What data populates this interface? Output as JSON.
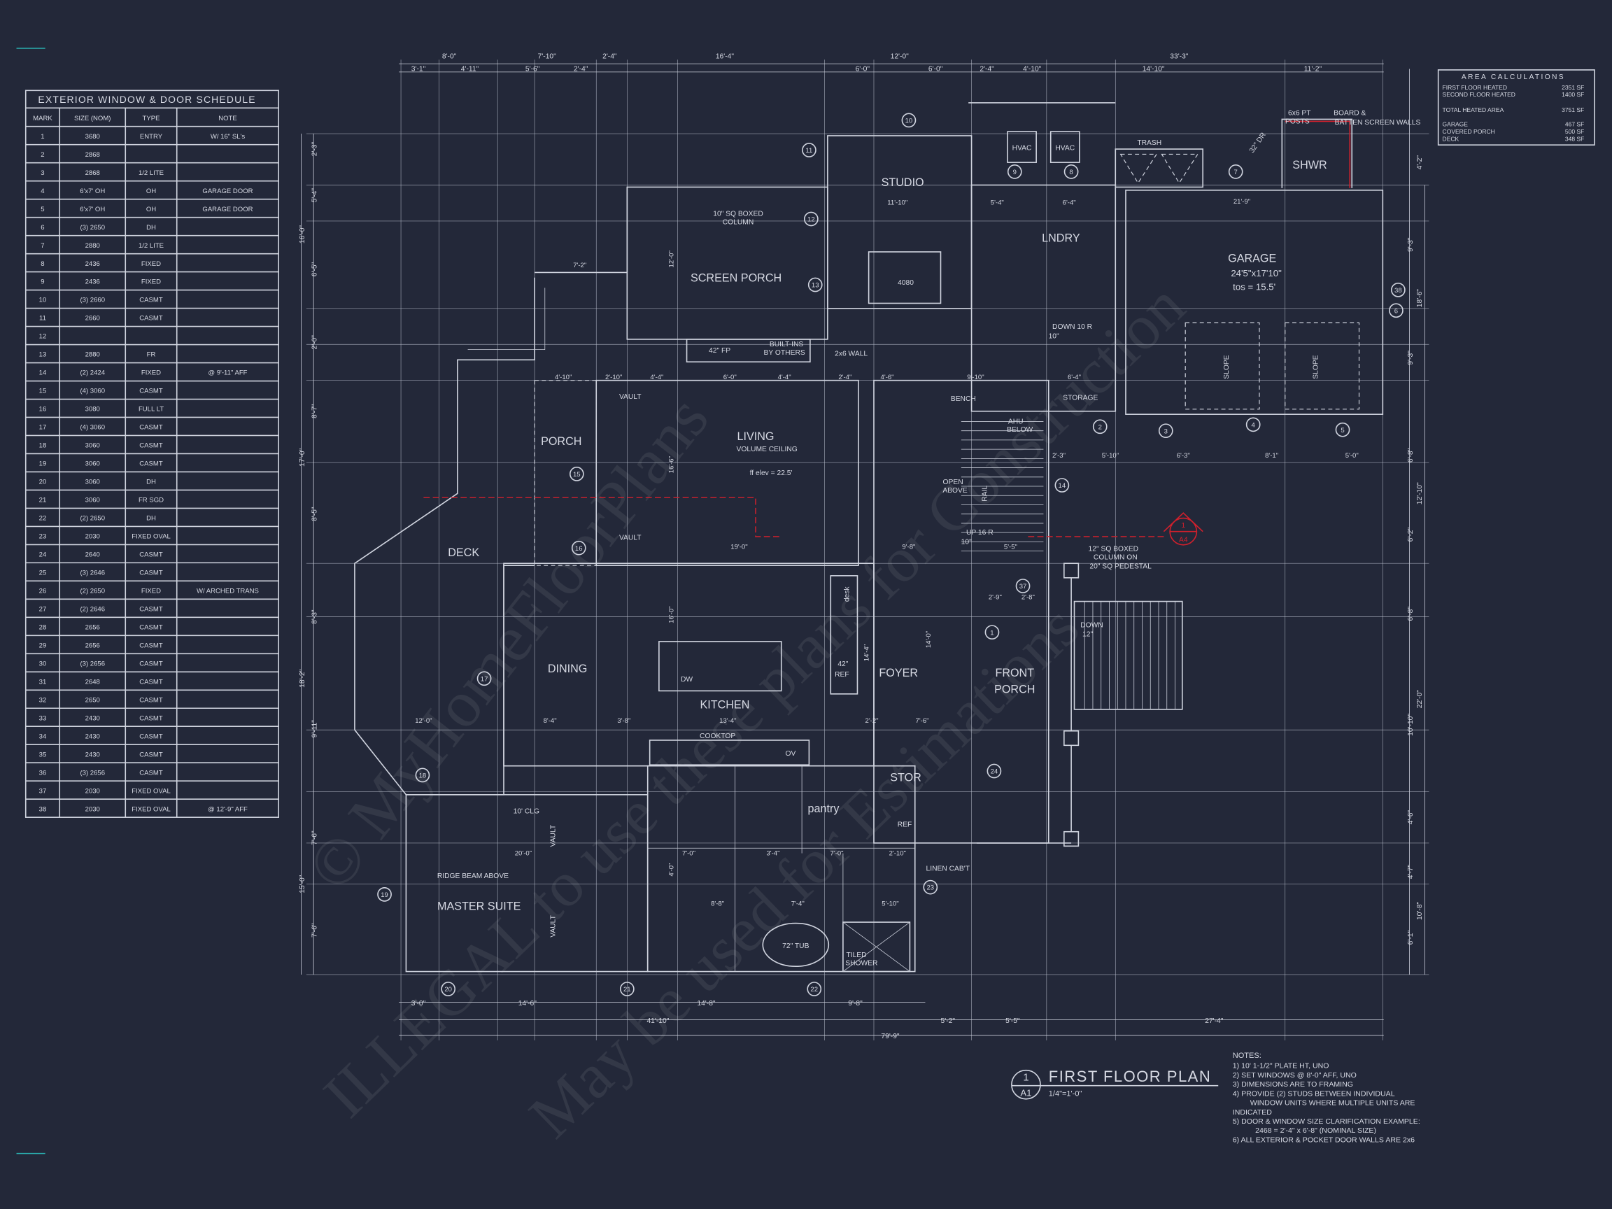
{
  "colors": {
    "background": "#232839",
    "linework": "#d0d4df",
    "section_line": "#d2202c",
    "accent_mark": "#2bb3b3"
  },
  "schedule": {
    "title": "EXTERIOR WINDOW & DOOR SCHEDULE",
    "headers": [
      "MARK",
      "SIZE (NOM)",
      "TYPE",
      "NOTE"
    ],
    "rows": [
      [
        "1",
        "3680",
        "ENTRY",
        "W/ 16\" SL's"
      ],
      [
        "2",
        "2868",
        "",
        ""
      ],
      [
        "3",
        "2868",
        "1/2 LITE",
        ""
      ],
      [
        "4",
        "6'x7' OH",
        "OH",
        "GARAGE DOOR"
      ],
      [
        "5",
        "6'x7' OH",
        "OH",
        "GARAGE DOOR"
      ],
      [
        "6",
        "(3) 2650",
        "DH",
        ""
      ],
      [
        "7",
        "2880",
        "1/2 LITE",
        ""
      ],
      [
        "8",
        "2436",
        "FIXED",
        ""
      ],
      [
        "9",
        "2436",
        "FIXED",
        ""
      ],
      [
        "10",
        "(3) 2660",
        "CASMT",
        ""
      ],
      [
        "11",
        "2660",
        "CASMT",
        ""
      ],
      [
        "12",
        "",
        "",
        ""
      ],
      [
        "13",
        "2880",
        "FR",
        ""
      ],
      [
        "14",
        "(2) 2424",
        "FIXED",
        "@ 9'-11\" AFF"
      ],
      [
        "15",
        "(4) 3060",
        "CASMT",
        ""
      ],
      [
        "16",
        "3080",
        "FULL LT",
        ""
      ],
      [
        "17",
        "(4) 3060",
        "CASMT",
        ""
      ],
      [
        "18",
        "3060",
        "CASMT",
        ""
      ],
      [
        "19",
        "3060",
        "CASMT",
        ""
      ],
      [
        "20",
        "3060",
        "DH",
        ""
      ],
      [
        "21",
        "3060",
        "FR SGD",
        ""
      ],
      [
        "22",
        "(2) 2650",
        "DH",
        ""
      ],
      [
        "23",
        "2030",
        "FIXED OVAL",
        ""
      ],
      [
        "24",
        "2640",
        "CASMT",
        ""
      ],
      [
        "25",
        "(3) 2646",
        "CASMT",
        ""
      ],
      [
        "26",
        "(2) 2650",
        "FIXED",
        "W/ ARCHED TRANS"
      ],
      [
        "27",
        "(2) 2646",
        "CASMT",
        ""
      ],
      [
        "28",
        "2656",
        "CASMT",
        ""
      ],
      [
        "29",
        "2656",
        "CASMT",
        ""
      ],
      [
        "30",
        "(3) 2656",
        "CASMT",
        ""
      ],
      [
        "31",
        "2648",
        "CASMT",
        ""
      ],
      [
        "32",
        "2650",
        "CASMT",
        ""
      ],
      [
        "33",
        "2430",
        "CASMT",
        ""
      ],
      [
        "34",
        "2430",
        "CASMT",
        ""
      ],
      [
        "35",
        "2430",
        "CASMT",
        ""
      ],
      [
        "36",
        "(3) 2656",
        "CASMT",
        ""
      ],
      [
        "37",
        "2030",
        "FIXED OVAL",
        ""
      ],
      [
        "38",
        "2030",
        "FIXED OVAL",
        "@ 12'-9\" AFF"
      ]
    ]
  },
  "area": {
    "title": "AREA CALCULATIONS",
    "items": [
      {
        "label": "FIRST FLOOR HEATED",
        "value": "2351 SF"
      },
      {
        "label": "SECOND FLOOR HEATED",
        "value": "1400 SF"
      },
      {
        "label": "TOTAL HEATED AREA",
        "value": "3751 SF"
      },
      {
        "label": "GARAGE",
        "value": "467 SF"
      },
      {
        "label": "COVERED PORCH",
        "value": "500 SF"
      },
      {
        "label": "DECK",
        "value": "348 SF"
      }
    ]
  },
  "title_block": {
    "number": "1",
    "sheet": "A1",
    "title": "FIRST FLOOR PLAN",
    "scale": "1/4\"=1'-0\""
  },
  "notes": {
    "title": "NOTES:",
    "lines": [
      "1) 10' 1-1/2\" PLATE HT, UNO",
      "2) SET WINDOWS @ 8'-0\" AFF, UNO",
      "3) DIMENSIONS ARE TO FRAMING",
      "4) PROVIDE (2) STUDS BETWEEN INDIVIDUAL",
      "WINDOW UNITS WHERE MULTIPLE UNITS ARE",
      "INDICATED",
      "5) DOOR & WINDOW SIZE CLARIFICATION EXAMPLE:",
      "2468 = 2'-4\" x 6'-8\" (NOMINAL SIZE)",
      "6) ALL EXTERIOR & POCKET DOOR WALLS ARE 2x6"
    ]
  },
  "section_marker": {
    "number": "1",
    "sheet": "A4"
  },
  "plan": {
    "rooms": [
      "STUDIO",
      "SCREEN PORCH",
      "LNDRY",
      "GARAGE",
      "SHWR",
      "LIVING",
      "PORCH",
      "DECK",
      "DINING",
      "KITCHEN",
      "FOYER",
      "FRONT",
      "PORCH",
      "STOR",
      "pantry",
      "MASTER SUITE"
    ],
    "labels": [
      "10\" SQ BOXED",
      "COLUMN",
      "42\" FP",
      "BUILT-INS",
      "BY OTHERS",
      "2x6 WALL",
      "VAULT",
      "VAULT",
      "VOLUME CEILING",
      "ff elev = 22.5'",
      "BENCH",
      "STORAGE",
      "AHU",
      "BELOW",
      "OPEN",
      "ABOVE",
      "DOWN 10 R",
      "10\"",
      "UP 16 R",
      "10\"",
      "12\" SQ BOXED",
      "COLUMN ON",
      "20\" SQ PEDESTAL",
      "DOWN",
      "12\"",
      "6x6 PT",
      "POSTS",
      "BOARD &",
      "BATTEN SCREEN WALLS",
      "TRASH",
      "HVAC",
      "HVAC",
      "4080",
      "COOKTOP",
      "OV",
      "DW",
      "42\"",
      "REF",
      "REF",
      "LINEN CAB'T",
      "RIDGE BEAM ABOVE",
      "10' CLG",
      "72\" TUB",
      "TILED",
      "SHOWER",
      "24'5\"x17'10\"",
      "tos = 15.5'",
      "SLOPE",
      "SLOPE",
      "RAIL",
      "VAULT",
      "VAULT",
      "desk",
      "32\" DR"
    ],
    "interior_dims": [
      "11'-10\"",
      "12'-0\"",
      "16'-6\"",
      "16'-0\"",
      "19'-0\"",
      "13'-4\"",
      "8'-4\"",
      "3'-8\"",
      "12'-0\"",
      "20'-0\"",
      "21'-9\"",
      "9'-10\"",
      "4'-10\"",
      "2'-10\"",
      "4'-4\"",
      "6'-0\"",
      "4'-4\"",
      "2'-4\"",
      "4'-6\"",
      "7'-2\"",
      "6'-4\"",
      "5'-4\"",
      "14'-0\"",
      "14'-4\"",
      "7'-0\"",
      "3'-4\"",
      "7'-0\"",
      "7'-4\"",
      "5'-10\"",
      "8'-8\"",
      "2'-10\"",
      "2'-9\"",
      "2'-8\"",
      "5'-5\"",
      "6'-4\"",
      "2'-3\"",
      "5'-10\"",
      "6'-3\"",
      "8'-1\"",
      "5'-0\"",
      "4'-0\"",
      "7'-6\"",
      "2'-2\"",
      "9'-8\""
    ],
    "dims_top_overall": [
      "8'-0\"",
      "7'-10\"",
      "2'-4\"",
      "16'-4\"",
      "12'-0\"",
      "33'-3\""
    ],
    "dims_top_detail": [
      "3'-1\"",
      "4'-11\"",
      "5'-6\"",
      "2'-4\"",
      "6'-0\"",
      "6'-0\"",
      "2'-4\"",
      "4'-10\"",
      "14'-10\"",
      "11'-2\""
    ],
    "dims_bottom_detail": [
      "3'-0\"",
      "14'-6\"",
      "14'-8\"",
      "9'-8\""
    ],
    "dims_bottom_mid": [
      "41'-10\"",
      "5'-2\"",
      "5'-5\"",
      "27'-4\""
    ],
    "dims_bottom_overall": [
      "79'-9\""
    ],
    "dims_left": [
      "16'-0\"",
      "17'-0\"",
      "18'-2\"",
      "15'-0\"",
      "2'-3\"",
      "5'-4\"",
      "6'-5\"",
      "2'-0\"",
      "8'-7\"",
      "8'-5\"",
      "8'-3\"",
      "9'-11\"",
      "7'-6\"",
      "7'-6\""
    ],
    "dims_right": [
      "4'-2\"",
      "9'-3\"",
      "18'-6\"",
      "9'-3\"",
      "6'-8\"",
      "12'-10\"",
      "6'-2\"",
      "6'-8\"",
      "10'-10\"",
      "22'-0\"",
      "4'-6\"",
      "4'-7\"",
      "10'-8\"",
      "6'-1\""
    ],
    "window_tags": [
      "10",
      "11",
      "12",
      "13",
      "9",
      "8",
      "7",
      "38",
      "6",
      "2",
      "3",
      "4",
      "5",
      "14",
      "15",
      "16",
      "37",
      "1",
      "17",
      "18",
      "24",
      "23",
      "19",
      "20",
      "21",
      "22"
    ]
  },
  "watermark": [
    "© MyHomeFloorPlans",
    "ILLEGAL to use these plans for Construction",
    "May be used for Estimations"
  ]
}
